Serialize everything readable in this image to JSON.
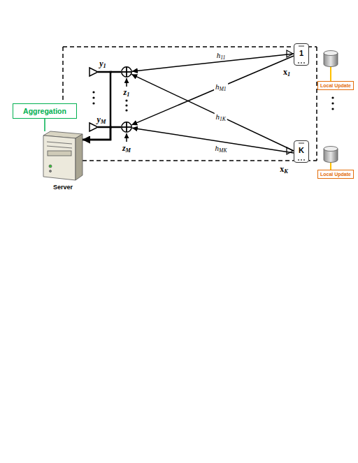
{
  "diagram": {
    "nodes": [
      {
        "text": [
          "y1"
        ]
      },
      {
        "text": [
          "1"
        ]
      },
      {
        "text": [
          "Local Update"
        ]
      },
      {
        "text": [
          "Aggregation"
        ]
      },
      {
        "text": [
          "yM"
        ]
      },
      {
        "text": [
          "Server"
        ]
      },
      {
        "text": [
          "K"
        ]
      },
      {
        "text": [
          "Local Update"
        ]
      }
    ],
    "edges": [
      {
        "from": 1,
        "to": 0,
        "arrow": "to",
        "label": "h11"
      },
      {
        "from": 1,
        "to": 4,
        "arrow": "to",
        "label": "hM1"
      },
      {
        "from": 6,
        "to": 0,
        "arrow": "to",
        "label": "h1K"
      },
      {
        "from": 6,
        "to": 4,
        "arrow": "to",
        "label": "hMK"
      },
      {
        "from": 0,
        "to": 5,
        "arrow": "to"
      },
      {
        "from": 4,
        "to": 5,
        "arrow": "to"
      },
      {
        "from": 3,
        "to": 5,
        "arrow": "none"
      }
    ],
    "labels": [
      "z1",
      "zM",
      "x1",
      "xK"
    ]
  }
}
